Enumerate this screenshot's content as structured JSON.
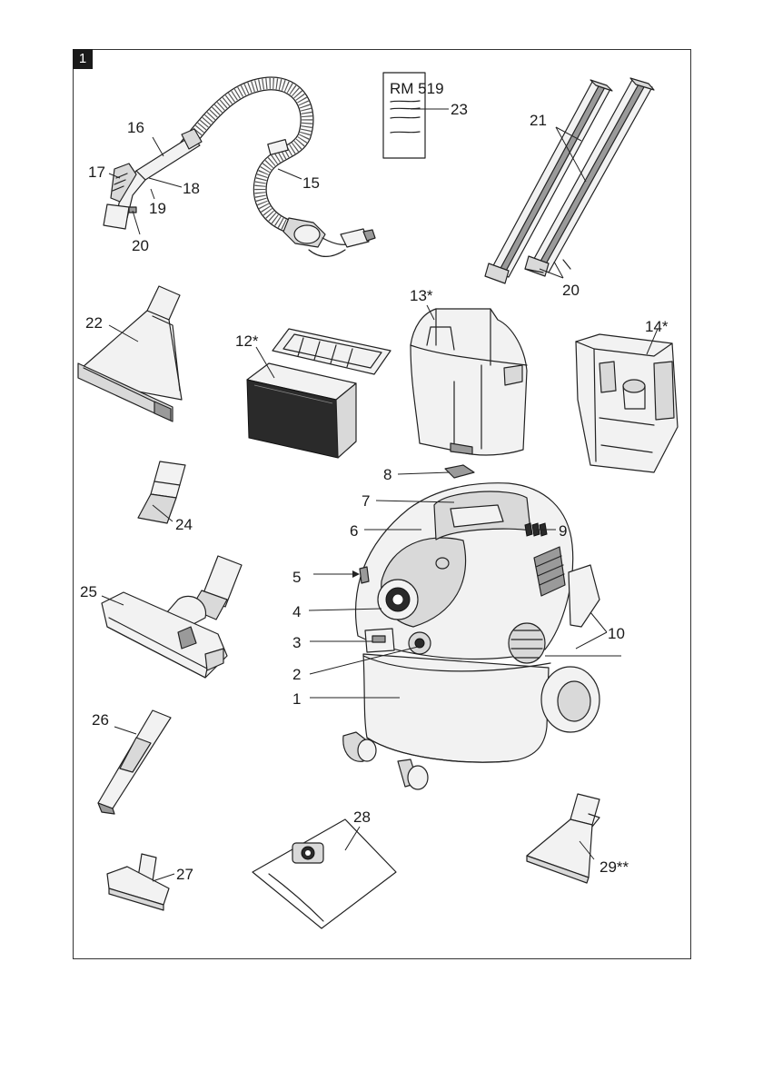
{
  "figure_number": "1",
  "manual_card_text": "RM 519",
  "part_labels": {
    "p1": "1",
    "p2": "2",
    "p3": "3",
    "p4": "4",
    "p5": "5",
    "p6": "6",
    "p7": "7",
    "p8": "8",
    "p9": "9",
    "p10": "10",
    "p12": "12*",
    "p13": "13*",
    "p14": "14*",
    "p15": "15",
    "p16": "16",
    "p17": "17",
    "p18": "18",
    "p19": "19",
    "p20a": "20",
    "p20b": "20",
    "p21": "21",
    "p22": "22",
    "p23": "23",
    "p24": "24",
    "p25": "25",
    "p26": "26",
    "p27": "27",
    "p28": "28",
    "p29": "29**"
  }
}
